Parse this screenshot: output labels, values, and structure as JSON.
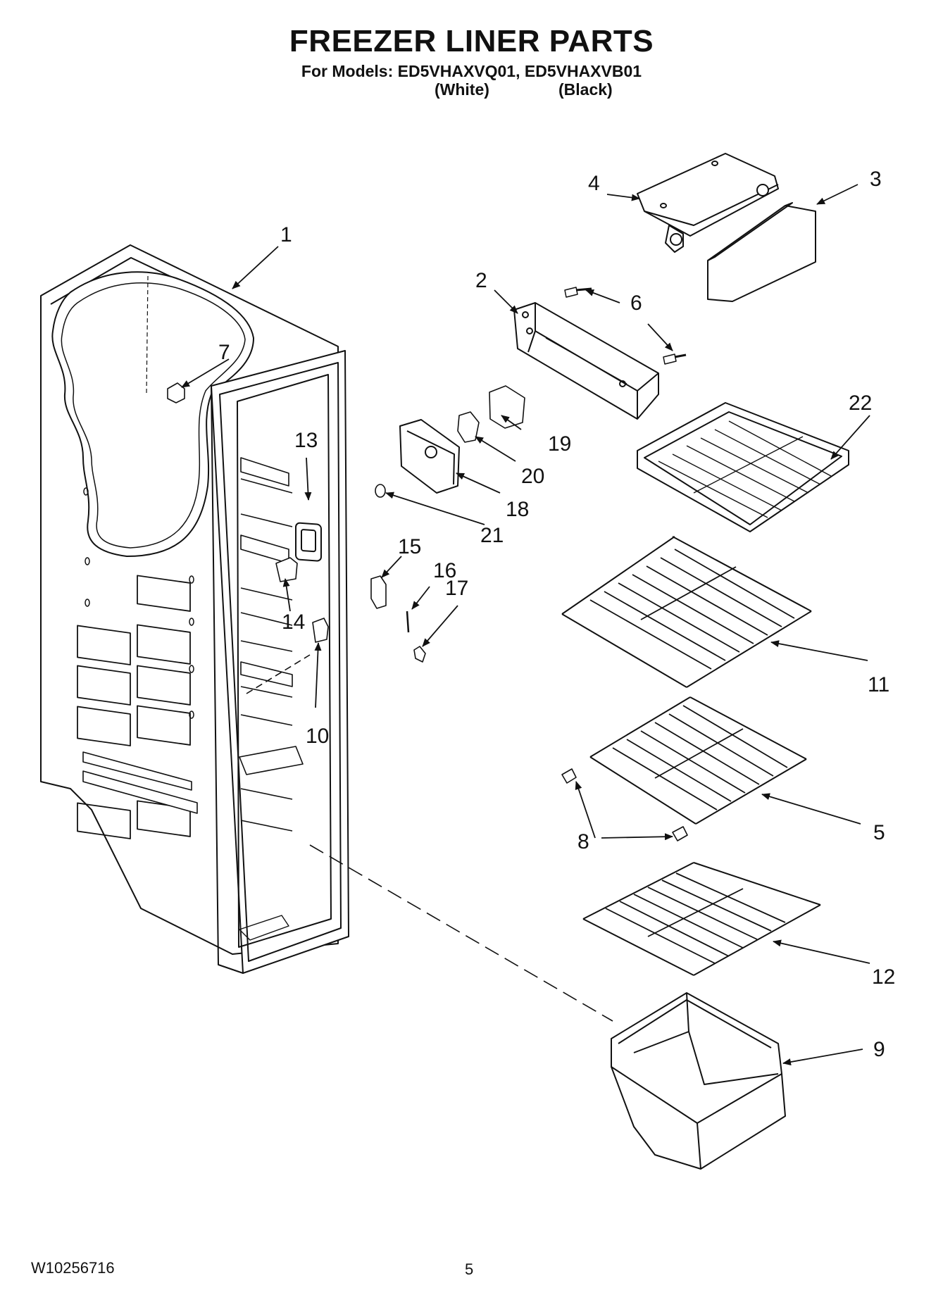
{
  "header": {
    "title": "FREEZER LINER PARTS",
    "models_line": "For Models: ED5VHAXVQ01, ED5VHAXVB01",
    "variant_white": "(White)",
    "variant_black": "(Black)"
  },
  "callouts": {
    "c1": "1",
    "c2": "2",
    "c3": "3",
    "c4": "4",
    "c5": "5",
    "c6": "6",
    "c7": "7",
    "c8": "8",
    "c9": "9",
    "c10": "10",
    "c11": "11",
    "c12": "12",
    "c13": "13",
    "c14": "14",
    "c15": "15",
    "c16": "16",
    "c17": "17",
    "c18": "18",
    "c19": "19",
    "c20": "20",
    "c21": "21",
    "c22": "22"
  },
  "footer": {
    "doc_number": "W10256716",
    "page_number": "5"
  }
}
